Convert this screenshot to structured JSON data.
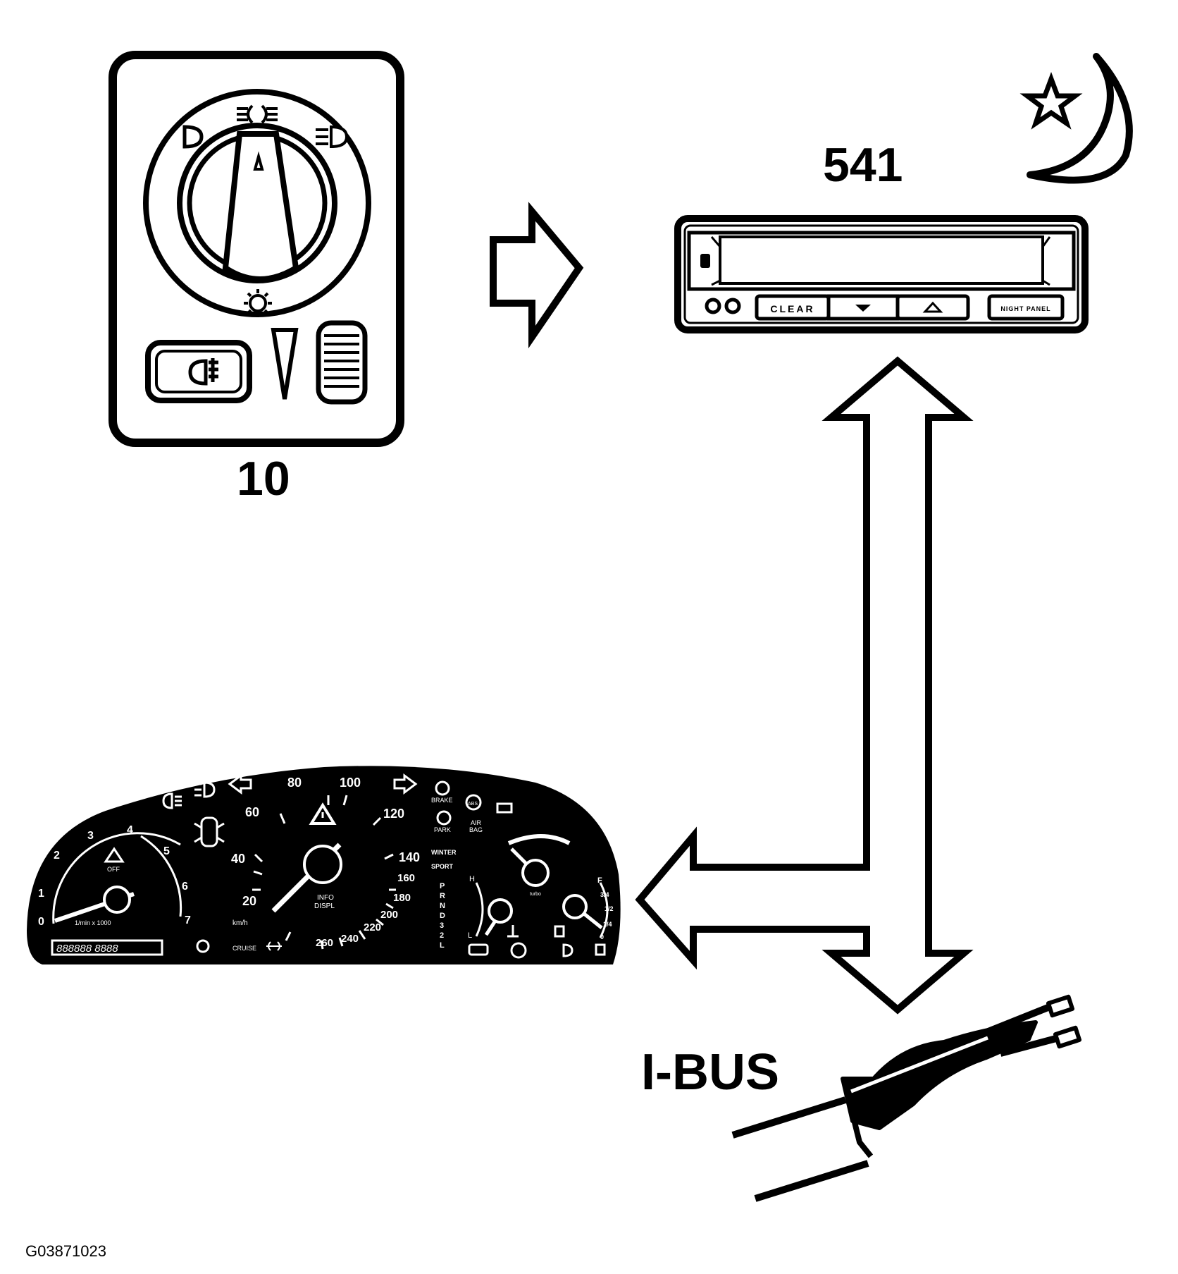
{
  "components": {
    "light_switch": {
      "number": "10"
    },
    "sid_display": {
      "number": "541",
      "buttons": {
        "clear": "CLEAR",
        "night_panel": "NIGHT PANEL"
      }
    },
    "bus": {
      "label": "I-BUS"
    },
    "instrument_cluster": {
      "speedo_ticks": [
        "20",
        "40",
        "60",
        "80",
        "100",
        "120",
        "140",
        "160",
        "180",
        "200",
        "220",
        "240",
        "260"
      ],
      "tacho_ticks": [
        "0",
        "1",
        "2",
        "3",
        "4",
        "5",
        "6",
        "7"
      ],
      "tacho_unit": "1/min x 1000",
      "speed_unit": "km/h",
      "info_label": [
        "INFO",
        "DISPL"
      ],
      "tcs_label": "OFF",
      "odometer": "888888  8888",
      "cruise_label": "CRUISE",
      "warning_labels": {
        "brake": "BRAKE",
        "park": "PARK",
        "airbag": [
          "AIR",
          "BAG"
        ],
        "abs": "ABS"
      },
      "mode_labels": [
        "WINTER",
        "SPORT"
      ],
      "gear_positions": [
        "P",
        "R",
        "N",
        "D",
        "3",
        "2",
        "L"
      ],
      "fuel_marks": [
        "F",
        "3/4",
        "1/2",
        "1/4",
        "0"
      ],
      "temp_marks": [
        "H",
        "L"
      ],
      "turbo_label": "turbo"
    }
  },
  "figure_id": "G03871023"
}
